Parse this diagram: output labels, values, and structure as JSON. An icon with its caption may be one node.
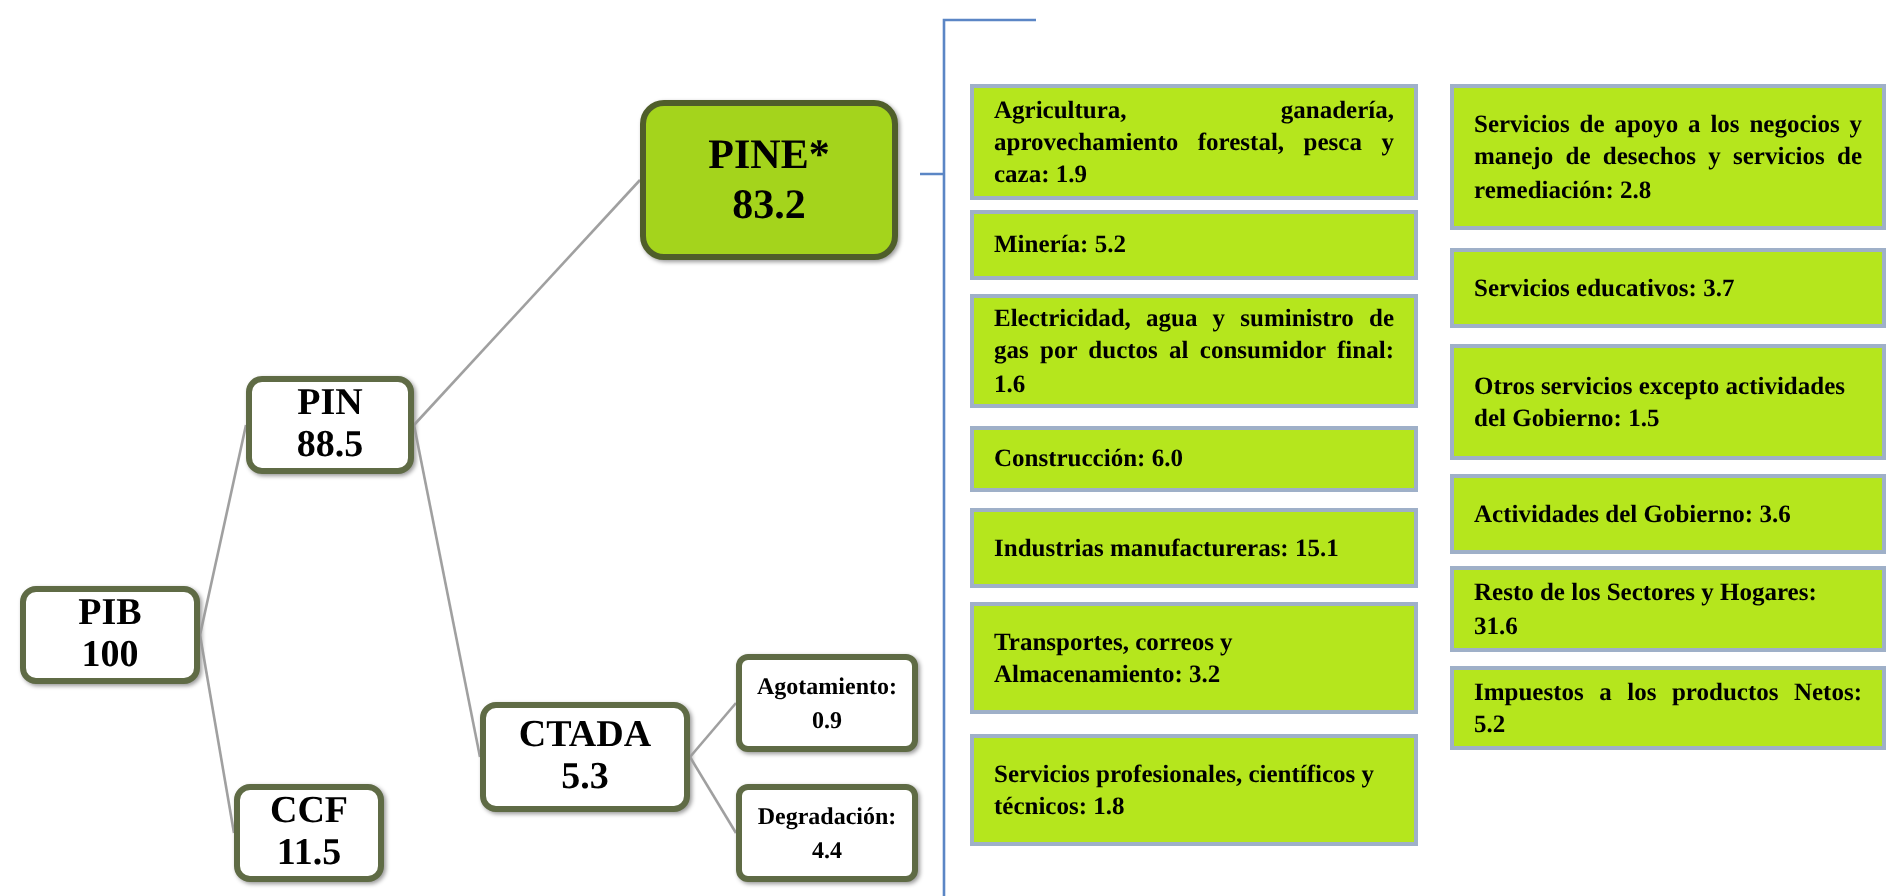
{
  "diagram": {
    "nodes": [
      {
        "text": [
          "PIB",
          "100"
        ]
      },
      {
        "text": [
          "PIN",
          "88.5"
        ]
      },
      {
        "text": [
          "CCF",
          "11.5"
        ]
      },
      {
        "text": [
          "PINE*",
          "83.2"
        ]
      },
      {
        "text": [
          "CTADA",
          "5.3"
        ]
      },
      {
        "text": [
          "Agotamiento:",
          "0.9"
        ]
      },
      {
        "text": [
          "Degradación:",
          "4.4"
        ]
      },
      {
        "text": [
          "Agricultura, ganadería, aprovechamiento forestal, pesca y caza: 1.9"
        ]
      },
      {
        "text": [
          "Minería: 5.2"
        ]
      },
      {
        "text": [
          "Electricidad, agua y suministro de gas por ductos al consumidor final: 1.6"
        ]
      },
      {
        "text": [
          "Construcción: 6.0"
        ]
      },
      {
        "text": [
          "Industrias manufactureras: 15.1"
        ]
      },
      {
        "text": [
          "Transportes, correos y Almacenamiento: 3.2"
        ]
      },
      {
        "text": [
          "Servicios profesionales, científicos y técnicos: 1.8"
        ]
      },
      {
        "text": [
          "Servicios de apoyo a los negocios y manejo de desechos y servicios de remediación: 2.8"
        ]
      },
      {
        "text": [
          "Servicios educativos: 3.7"
        ]
      },
      {
        "text": [
          "Otros servicios excepto actividades del Gobierno: 1.5"
        ]
      },
      {
        "text": [
          "Actividades del Gobierno: 3.6"
        ]
      },
      {
        "text": [
          "Resto de los Sectores y Hogares: 31.6"
        ]
      },
      {
        "text": [
          "Impuestos a los productos Netos: 5.2"
        ]
      }
    ],
    "edges": [
      {
        "from": 0,
        "to": 1,
        "arrow": "none"
      },
      {
        "from": 0,
        "to": 2,
        "arrow": "none"
      },
      {
        "from": 1,
        "to": 3,
        "arrow": "none"
      },
      {
        "from": 1,
        "to": 4,
        "arrow": "none"
      },
      {
        "from": 4,
        "to": 5,
        "arrow": "none"
      },
      {
        "from": 4,
        "to": 6,
        "arrow": "none"
      }
    ]
  }
}
